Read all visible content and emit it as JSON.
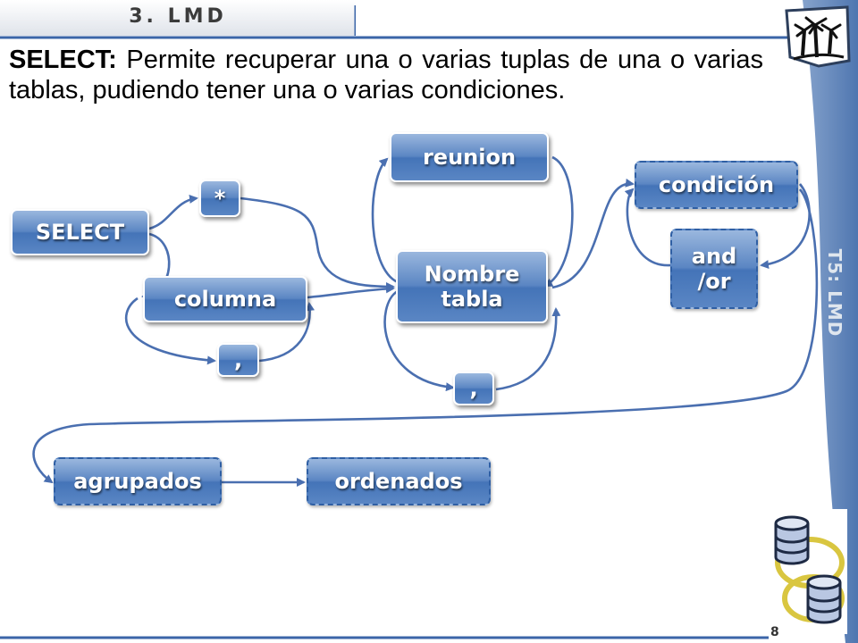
{
  "header": {
    "section_label": "3. LMD",
    "side_label": "T5: LMD"
  },
  "intro": {
    "lead": "SELECT:",
    "text": " Permite recuperar una o varias tuplas de una o varias tablas, pudiendo tener una o varias condiciones."
  },
  "diagram": {
    "nodes": {
      "select": "SELECT",
      "star": "*",
      "columna": "columna",
      "comma_cols": ",",
      "reunion": "reunion",
      "nombre_tabla_line1": "Nombre",
      "nombre_tabla_line2": "tabla",
      "comma_tables": ",",
      "condicion": "condición",
      "andor_line1": "and",
      "andor_line2": "/or",
      "agrupados": "agrupados",
      "ordenados": "ordenados"
    }
  },
  "footer": {
    "page_number": "8"
  },
  "colors": {
    "node_fill": "#4f7fc0",
    "arrow": "#4a6fb0",
    "side_band": "#5e82b8",
    "header_line": "#3b65a8"
  },
  "icons": [
    "palm-tree-logo-icon",
    "database-cylinders-icon"
  ]
}
